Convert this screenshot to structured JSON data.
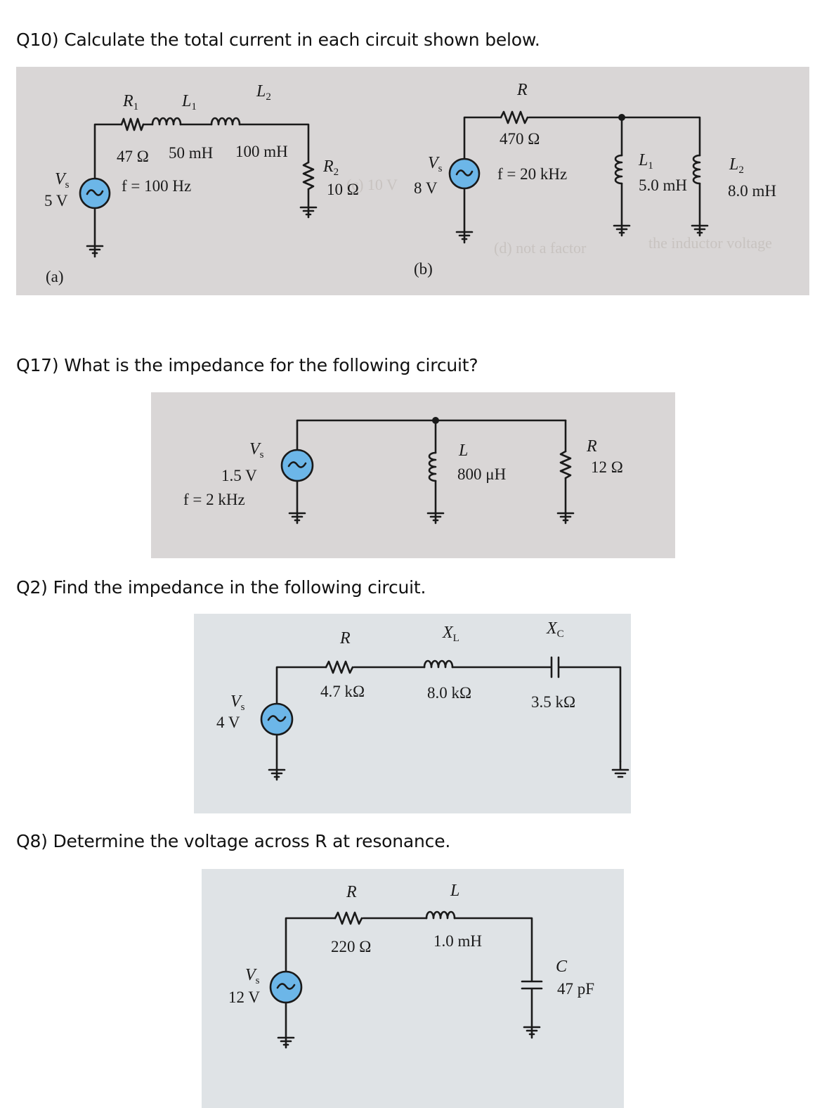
{
  "questions": {
    "q10": "Q10) Calculate the total current in each circuit shown below.",
    "q17": "Q17) What is the impedance for the following circuit?",
    "q2": "Q2) Find the impedance in the following circuit.",
    "q8": "Q8) Determine the voltage across R at resonance."
  },
  "circuit_a": {
    "label": "(a)",
    "vs_symbol": "V",
    "vs_sub": "s",
    "vs_value": "5 V",
    "freq": "f = 100 Hz",
    "r1_symbol": "R",
    "r1_sub": "1",
    "r1_value": "47 Ω",
    "l1_symbol": "L",
    "l1_sub": "1",
    "l1_value": "50 mH",
    "l2_symbol": "L",
    "l2_sub": "2",
    "l2_value": "100 mH",
    "r2_symbol": "R",
    "r2_sub": "2",
    "r2_value": "10 Ω"
  },
  "circuit_b": {
    "label": "(b)",
    "vs_symbol": "V",
    "vs_sub": "s",
    "vs_value": "8 V",
    "r_symbol": "R",
    "r_value": "470 Ω",
    "freq": "f = 20 kHz",
    "l1_symbol": "L",
    "l1_sub": "1",
    "l1_value": "5.0 mH",
    "l2_symbol": "L",
    "l2_sub": "2",
    "l2_value": "8.0 mH"
  },
  "circuit_q17": {
    "vs_symbol": "V",
    "vs_sub": "s",
    "vs_value": "1.5 V",
    "freq": "f = 2 kHz",
    "l_symbol": "L",
    "l_value": "800 μH",
    "r_symbol": "R",
    "r_value": "12 Ω"
  },
  "circuit_q2": {
    "vs_symbol": "V",
    "vs_sub": "s",
    "vs_value": "4 V",
    "r_symbol": "R",
    "r_value": "4.7 kΩ",
    "xl_symbol": "X",
    "xl_sub": "L",
    "xl_value": "8.0 kΩ",
    "xc_symbol": "X",
    "xc_sub": "C",
    "xc_value": "3.5 kΩ"
  },
  "circuit_q8": {
    "vs_symbol": "V",
    "vs_sub": "s",
    "vs_value": "12 V",
    "r_symbol": "R",
    "r_value": "220 Ω",
    "l_symbol": "L",
    "l_value": "1.0 mH",
    "c_symbol": "C",
    "c_value": "47 pF"
  },
  "colors": {
    "panel_bg": "#d9d6d6",
    "panel_bg_blue": "#dfe3e6",
    "source_fill": "#6cb6e8",
    "wire": "#1a1a1a"
  }
}
